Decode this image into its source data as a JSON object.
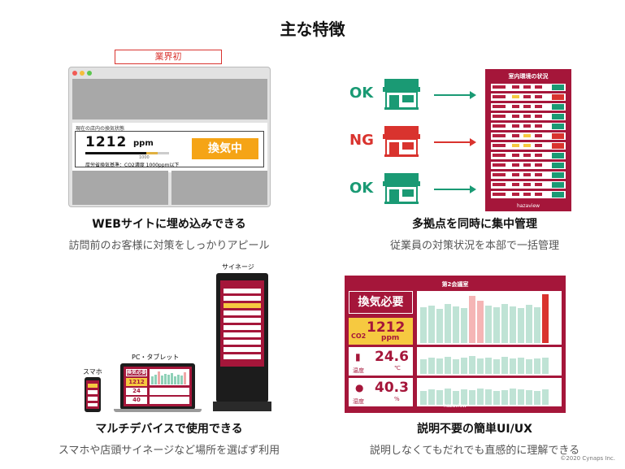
{
  "title": "主な特徴",
  "features": [
    {
      "heading": "WEBサイトに埋め込みできる",
      "sub": "訪問前のお客様に対策をしっかりアピール",
      "badge": "業界初",
      "embed_header": "現在の店内の換気状態",
      "ppm_value": "1212",
      "ppm_unit": "ppm",
      "bar_ticks": "1000",
      "embed_note": "厚労省換気基準：CO2濃度 1000ppm以下",
      "vent_status": "換気中"
    },
    {
      "heading": "多拠点を同時に集中管理",
      "sub": "従業員の対策状況を本部で一括管理",
      "sites": [
        "OK",
        "NG",
        "OK"
      ],
      "dashboard_title": "室内環境の状況",
      "dashboard_footer": "hazaview"
    },
    {
      "heading": "マルチデバイスで使用できる",
      "sub": "スマホや店頭サイネージなど場所を選ばず利用",
      "devices": [
        "スマホ",
        "PC・タブレット",
        "サイネージ"
      ],
      "mini_vent": "換気必要",
      "mini_ppm": "1212",
      "mini_temp": "24",
      "mini_hum": "40"
    },
    {
      "heading": "説明不要の簡単UI/UX",
      "sub": "説明しなくてもだれでも直感的に理解できる",
      "room_title": "第2会議室",
      "vent_need": "換気必要",
      "co2_value": "1212",
      "co2_label": "CO2",
      "co2_unit": "ppm",
      "temp_value": "24.6",
      "temp_unit": "℃",
      "temp_label": "温度",
      "hum_value": "40.3",
      "hum_unit": "%",
      "hum_label": "湿度",
      "footer": "hazaview"
    }
  ],
  "copyright": "©2020 Cynaps Inc.",
  "colors": {
    "ok": "#1a9a74",
    "ng": "#d9332e",
    "dashboard": "#a5163a",
    "vent": "#f5a416",
    "co2": "#f6c940"
  }
}
